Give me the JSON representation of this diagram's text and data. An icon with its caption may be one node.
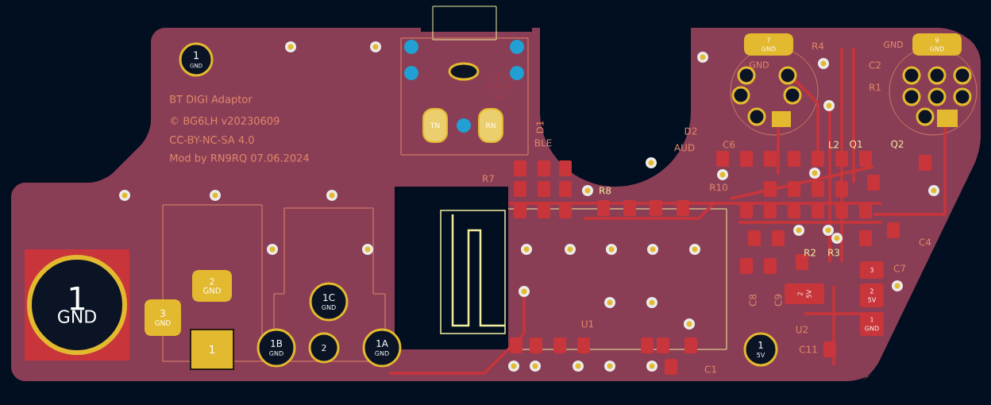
{
  "diagram": {
    "nodes": [
      {
        "text": [
          "1",
          "GND"
        ]
      },
      {
        "text": [
          "1",
          "GND"
        ]
      },
      {
        "text": [
          "2",
          "GND"
        ]
      },
      {
        "text": [
          "3",
          "GND"
        ]
      },
      {
        "text": [
          "1"
        ]
      },
      {
        "text": [
          "1B",
          "GND"
        ]
      },
      {
        "text": [
          "2"
        ]
      },
      {
        "text": [
          "1C",
          "GND"
        ]
      },
      {
        "text": [
          "1A",
          "GND"
        ]
      },
      {
        "text": [
          "TN"
        ]
      },
      {
        "text": [
          "RN"
        ]
      },
      {
        "text": [
          "7",
          "GND"
        ],
        "beside": [
          "GND"
        ]
      },
      {
        "text": [
          "9",
          "GND"
        ]
      },
      {
        "text": [
          "2",
          "5V"
        ]
      },
      {
        "text": [
          "3"
        ]
      },
      {
        "text": [
          "2",
          "5V"
        ]
      },
      {
        "text": [
          "1",
          "GND"
        ]
      },
      {
        "text": [
          "1",
          "5V"
        ]
      }
    ],
    "labels": [
      "BT DIGI Adaptor",
      "© BG6LH v20230609",
      "CC-BY-NC-SA 4.0",
      "Mod by RN9RQ 07.06.2024",
      "R4",
      "GND",
      "C2",
      "R1",
      "D1",
      "D2",
      "BLE",
      "AUD",
      "C6",
      "R7",
      "R8",
      "R10",
      "L2",
      "Q1",
      "Q2",
      "C4",
      "C7",
      "R2",
      "R3",
      "C8",
      "C9",
      "U2",
      "U1",
      "C11",
      "C1"
    ]
  }
}
